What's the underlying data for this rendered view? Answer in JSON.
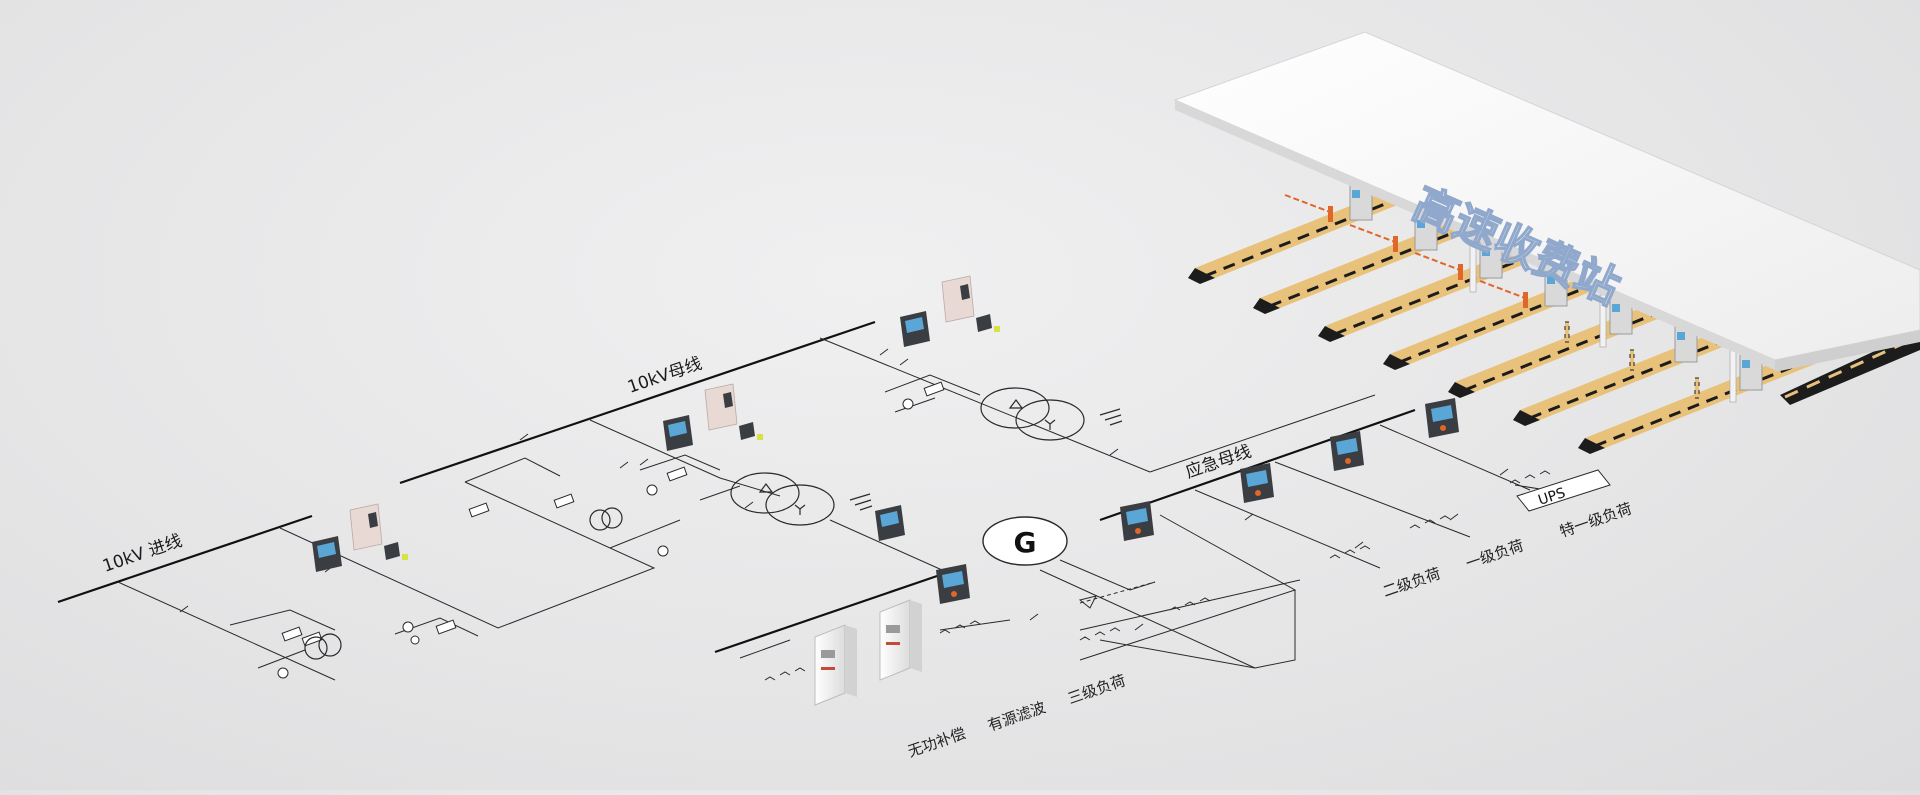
{
  "labels": {
    "incoming_line": "10kV 进线",
    "bus_10kv": "10kV母线",
    "emergency_bus": "应急母线",
    "generator": "G",
    "ups": "UPS",
    "reactive_compensation": "无功补偿",
    "active_filter": "有源滤波",
    "third_class_load": "三级负荷",
    "second_class_load": "二级负荷",
    "first_class_load": "一级负荷",
    "special_first_class_load": "特一级负荷",
    "toll_station_sign": "高速收费站"
  },
  "colors": {
    "line": "#2a2a2a",
    "bus_line": "#111111",
    "meter_body": "#3a3d42",
    "meter_screen": "#5aa6d6",
    "relay_body": "#e8d9d4",
    "cabinet_body": "#f4f4f4",
    "canopy": "#f7f7f7",
    "lane_yellow": "#e8c27a",
    "lane_black": "#1c1c1c",
    "barrier_orange": "#e0662a"
  }
}
